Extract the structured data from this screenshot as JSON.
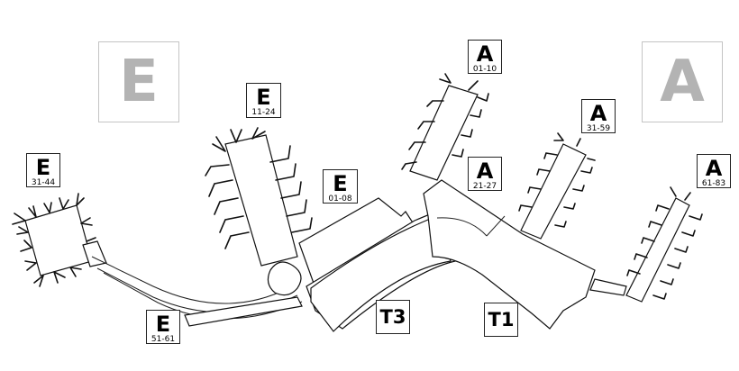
{
  "map": {
    "title": "Airport terminal map",
    "concourse_watermarks": [
      {
        "id": "E",
        "letter": "E"
      },
      {
        "id": "A",
        "letter": "A"
      }
    ],
    "gate_labels": [
      {
        "id": "e-31-44",
        "letter": "E",
        "range": "31-44"
      },
      {
        "id": "e-11-24",
        "letter": "E",
        "range": "11-24"
      },
      {
        "id": "e-01-08",
        "letter": "E",
        "range": "01-08"
      },
      {
        "id": "e-51-61",
        "letter": "E",
        "range": "51-61"
      },
      {
        "id": "a-01-10",
        "letter": "A",
        "range": "01-10"
      },
      {
        "id": "a-21-27",
        "letter": "A",
        "range": "21-27"
      },
      {
        "id": "a-31-59",
        "letter": "A",
        "range": "31-59"
      },
      {
        "id": "a-61-83",
        "letter": "A",
        "range": "61-83"
      }
    ],
    "terminal_labels": [
      {
        "id": "t3",
        "label": "T3"
      },
      {
        "id": "t1",
        "label": "T1"
      }
    ],
    "colors": {
      "outline": "#111111",
      "watermark_text": "#b3b3b3",
      "watermark_border": "#c4c4c4",
      "background": "#ffffff"
    }
  }
}
